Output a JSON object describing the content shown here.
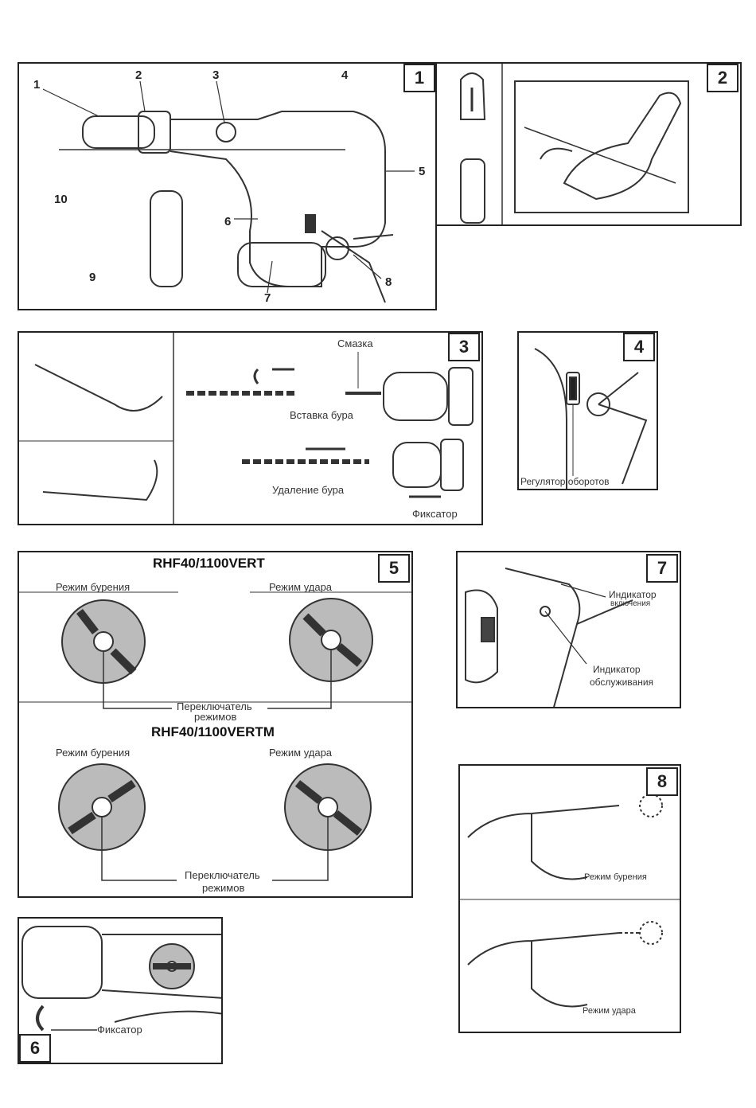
{
  "fig1": {
    "num": "1",
    "callouts": [
      "1",
      "2",
      "3",
      "4",
      "5",
      "6",
      "7",
      "8",
      "9",
      "10"
    ]
  },
  "fig2": {
    "num": "2"
  },
  "fig3": {
    "num": "3",
    "grease": "Смазка",
    "insert": "Вставка бура",
    "remove": "Удаление бура",
    "lock": "Фиксатор"
  },
  "fig4": {
    "num": "4",
    "speed": "Регулятор оборотов"
  },
  "fig5": {
    "num": "5",
    "model1": "RHF40/1100VERT",
    "model2": "RHF40/1100VERTM",
    "drill_mode": "Режим бурения",
    "impact_mode": "Режим удара",
    "switch_line1": "Переключатель",
    "switch_line2": "режимов"
  },
  "fig6": {
    "num": "6",
    "lock": "Фиксатор"
  },
  "fig7": {
    "num": "7",
    "power_l1": "Индикатор",
    "power_l2": "включения",
    "service_l1": "Индикатор",
    "service_l2": "обслуживания"
  },
  "fig8": {
    "num": "8",
    "drill_mode": "Режим бурения",
    "impact_mode": "Режим удара"
  }
}
